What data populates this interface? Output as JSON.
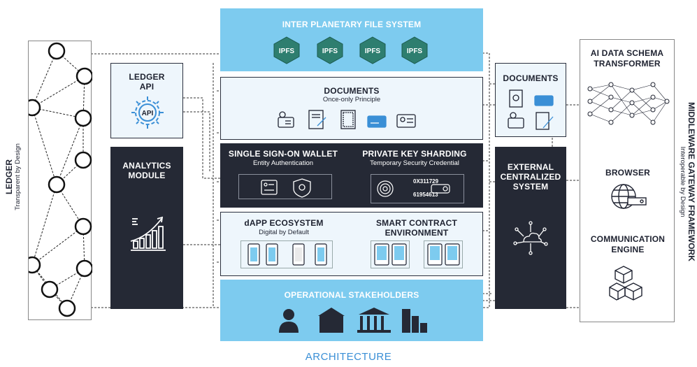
{
  "ipfs": {
    "title": "INTER PLANETARY FILE SYSTEM",
    "node_label": "IPFS"
  },
  "ledger_api": {
    "title_line1": "LEDGER",
    "title_line2": "API",
    "icon_label": "API"
  },
  "analytics": {
    "title_line1": "ANALYTICS",
    "title_line2": "MODULE"
  },
  "documents_center": {
    "title": "DOCUMENTS",
    "subtitle": "Once-only Principle"
  },
  "sso": {
    "title": "SINGLE SIGN-ON WALLET",
    "subtitle": "Entity Authentication"
  },
  "pks": {
    "title": "PRIVATE KEY SHARDING",
    "subtitle": "Temporary Security Credential",
    "code_line1": "0X311729",
    "code_line2": "61954613"
  },
  "dapp": {
    "title": "dAPP ECOSYSTEM",
    "subtitle": "Digital by Default"
  },
  "smart_contract": {
    "title_line1": "SMART CONTRACT",
    "title_line2": "ENVIRONMENT"
  },
  "stakeholders": {
    "title": "OPERATIONAL STAKEHOLDERS"
  },
  "documents_right": {
    "title": "DOCUMENTS"
  },
  "external": {
    "title_line1": "EXTERNAL",
    "title_line2": "CENTRALIZED",
    "title_line3": "SYSTEM"
  },
  "ledger": {
    "title": "LEDGER",
    "subtitle": "Transparent by Design"
  },
  "middleware": {
    "title": "MIDDLEWARE GATEWAY FRAMEWORK",
    "subtitle": "Interoperable by Design"
  },
  "ai_schema": {
    "title_line1": "AI DATA SCHEMA",
    "title_line2": "TRANSFORMER"
  },
  "browser": {
    "title": "BROWSER"
  },
  "communication": {
    "title_line1": "COMMUNICATION",
    "title_line2": "ENGINE"
  },
  "caption": "ARCHITECTURE",
  "colors": {
    "sky": "#7dcbef",
    "dark": "#252935",
    "light": "#eef6fc",
    "accent": "#3a8fd6",
    "hex_green": "#2e7e6f"
  }
}
